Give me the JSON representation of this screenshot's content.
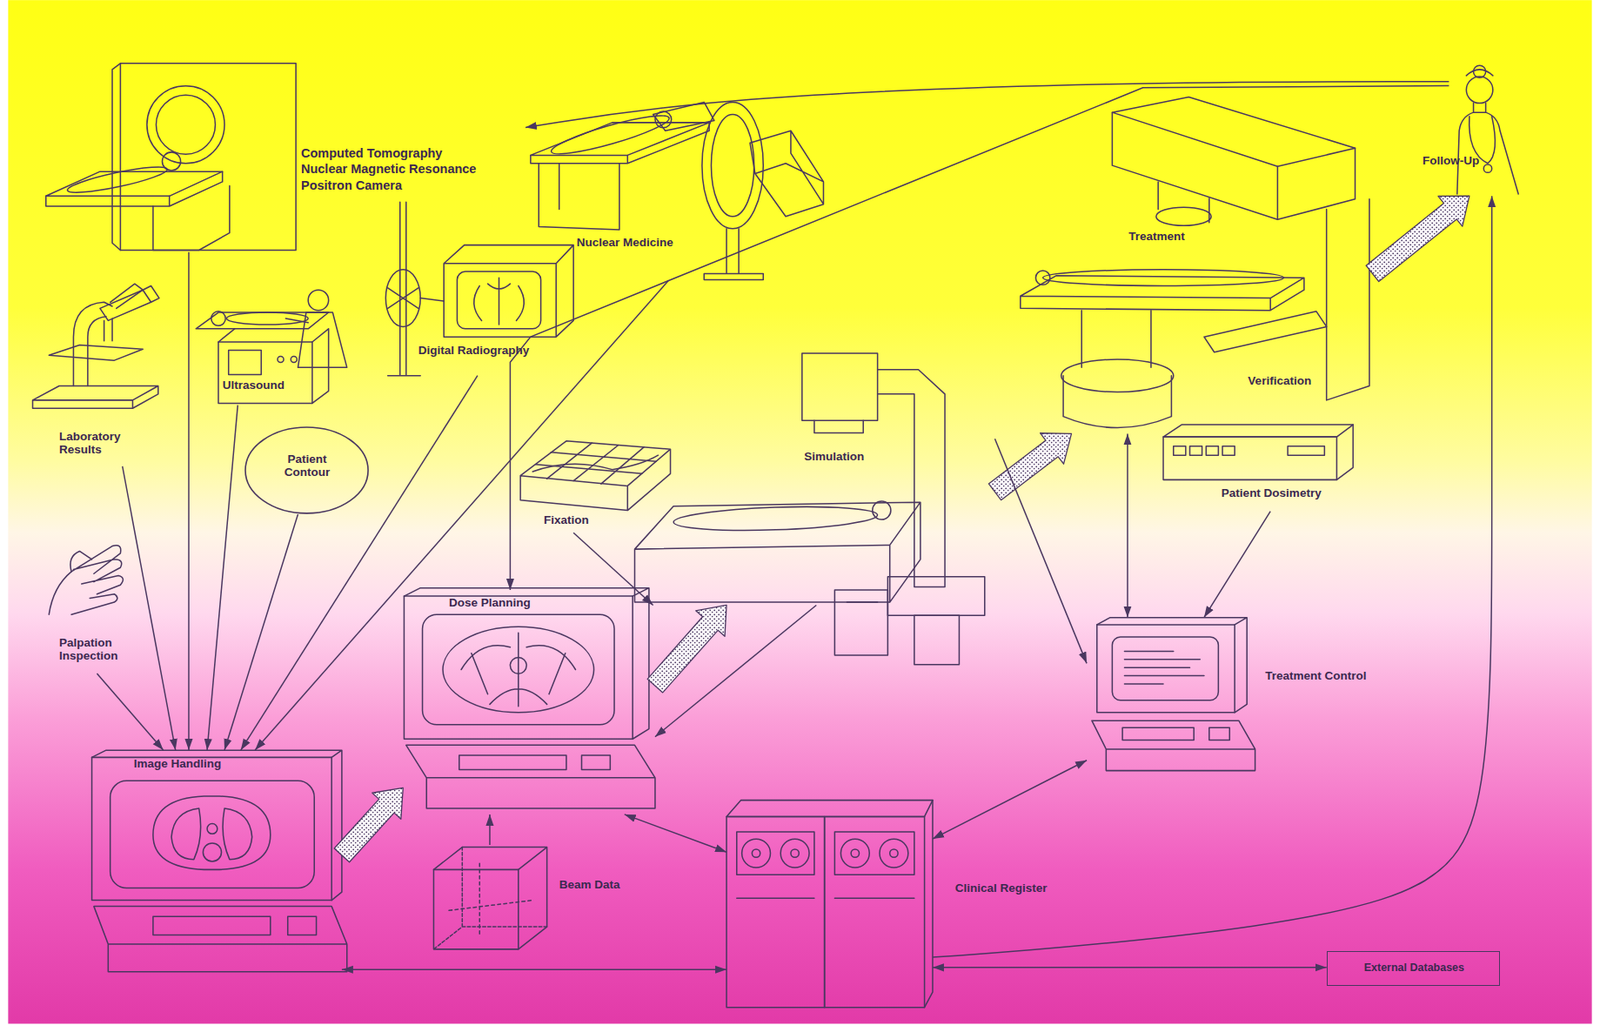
{
  "diagram": {
    "nodes": [
      {
        "text": [
          "Computed Tomography",
          "Nuclear Magnetic Resonance",
          "Positron Camera"
        ]
      },
      {
        "text": [
          "Nuclear Medicine"
        ]
      },
      {
        "text": [
          "Treatment"
        ]
      },
      {
        "text": [
          "Follow-Up"
        ]
      },
      {
        "text": [
          "Laboratory Results"
        ]
      },
      {
        "text": [
          "Ultrasound"
        ]
      },
      {
        "text": [
          "Digital Radiography"
        ]
      },
      {
        "text": [
          "Patient Contour"
        ]
      },
      {
        "text": [
          "Simulation"
        ]
      },
      {
        "text": [
          "Fixation"
        ]
      },
      {
        "text": [
          "Patient Dosimetry"
        ]
      },
      {
        "text": [
          "Palpation Inspection"
        ]
      },
      {
        "text": [
          "Dose Planning"
        ]
      },
      {
        "text": [
          "Treatment Control"
        ]
      },
      {
        "text": [
          "Image Handling"
        ]
      },
      {
        "text": [
          "Beam Data"
        ]
      },
      {
        "text": [
          "Clinical Register"
        ]
      },
      {
        "text": [
          "External Databases"
        ]
      }
    ],
    "edges": [
      {
        "from": 0,
        "to": 14,
        "arrow": "to"
      },
      {
        "from": 4,
        "to": 14,
        "arrow": "to"
      },
      {
        "from": 5,
        "to": 14,
        "arrow": "to"
      },
      {
        "from": 7,
        "to": 14,
        "arrow": "to"
      },
      {
        "from": 6,
        "to": 14,
        "arrow": "to"
      },
      {
        "from": 1,
        "to": 14,
        "arrow": "to"
      },
      {
        "from": 11,
        "to": 14,
        "arrow": "to"
      },
      {
        "from": 14,
        "to": 12,
        "arrow": "to"
      },
      {
        "from": 9,
        "to": 8,
        "arrow": "to"
      },
      {
        "from": 12,
        "to": 8,
        "arrow": "to"
      },
      {
        "from": 8,
        "to": 12,
        "arrow": "to"
      },
      {
        "from": 8,
        "to": 2,
        "arrow": "to"
      },
      {
        "from": 2,
        "to": 3,
        "arrow": "to"
      },
      {
        "from": 3,
        "to": 1,
        "arrow": "to"
      },
      {
        "from": 3,
        "to": 12,
        "arrow": "to"
      },
      {
        "from": 8,
        "to": 13,
        "arrow": "to"
      },
      {
        "from": 2,
        "to": 13,
        "arrow": "both"
      },
      {
        "from": 10,
        "to": 13,
        "arrow": "to"
      },
      {
        "from": 13,
        "to": 16,
        "arrow": "both"
      },
      {
        "from": 12,
        "to": 16,
        "arrow": "both"
      },
      {
        "from": 14,
        "to": 16,
        "arrow": "both"
      },
      {
        "from": 16,
        "to": 17,
        "arrow": "both"
      },
      {
        "from": 16,
        "to": 3,
        "arrow": "to"
      },
      {
        "from": 15,
        "to": 12,
        "arrow": "to"
      }
    ],
    "labels": [
      "Verification"
    ]
  }
}
